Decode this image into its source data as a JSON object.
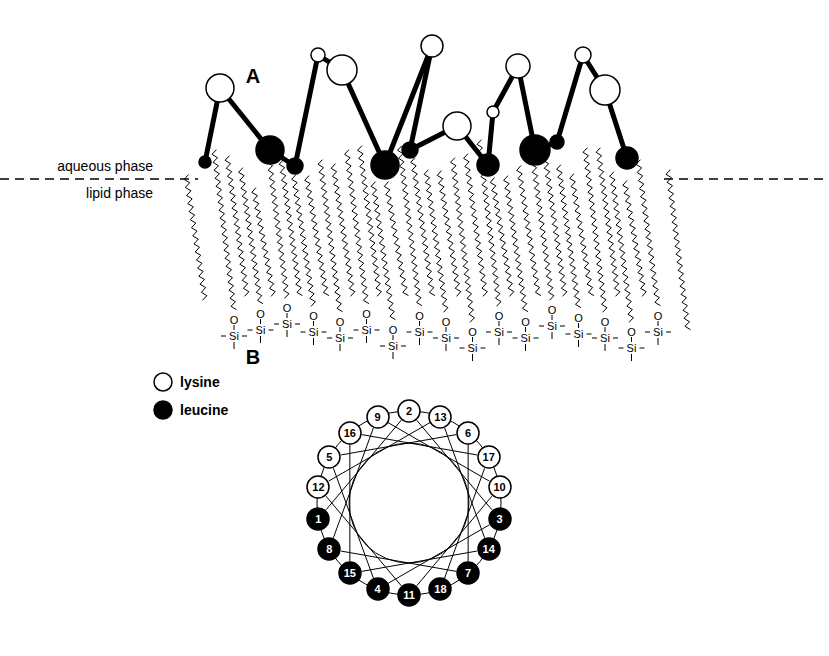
{
  "diagram": {
    "nodes": [
      {
        "text": [
          "1"
        ]
      },
      {
        "text": [
          "2"
        ]
      },
      {
        "text": [
          "3"
        ]
      },
      {
        "text": [
          "4"
        ]
      },
      {
        "text": [
          "5"
        ]
      },
      {
        "text": [
          "6"
        ]
      },
      {
        "text": [
          "7"
        ]
      },
      {
        "text": [
          "8"
        ]
      },
      {
        "text": [
          "9"
        ]
      },
      {
        "text": [
          "10"
        ]
      },
      {
        "text": [
          "11"
        ]
      },
      {
        "text": [
          "12"
        ]
      },
      {
        "text": [
          "13"
        ]
      },
      {
        "text": [
          "14"
        ]
      },
      {
        "text": [
          "15"
        ]
      },
      {
        "text": [
          "16"
        ]
      },
      {
        "text": [
          "17"
        ]
      },
      {
        "text": [
          "18"
        ]
      }
    ],
    "edges": [
      {
        "from": 0,
        "to": 1,
        "arrow": "none"
      },
      {
        "from": 1,
        "to": 2,
        "arrow": "none"
      },
      {
        "from": 2,
        "to": 3,
        "arrow": "none"
      },
      {
        "from": 3,
        "to": 4,
        "arrow": "none"
      },
      {
        "from": 4,
        "to": 5,
        "arrow": "none"
      },
      {
        "from": 5,
        "to": 6,
        "arrow": "none"
      },
      {
        "from": 6,
        "to": 7,
        "arrow": "none"
      },
      {
        "from": 7,
        "to": 8,
        "arrow": "none"
      },
      {
        "from": 8,
        "to": 9,
        "arrow": "none"
      },
      {
        "from": 9,
        "to": 10,
        "arrow": "none"
      },
      {
        "from": 10,
        "to": 11,
        "arrow": "none"
      },
      {
        "from": 11,
        "to": 12,
        "arrow": "none"
      },
      {
        "from": 12,
        "to": 13,
        "arrow": "none"
      },
      {
        "from": 13,
        "to": 14,
        "arrow": "none"
      },
      {
        "from": 14,
        "to": 15,
        "arrow": "none"
      },
      {
        "from": 15,
        "to": 16,
        "arrow": "none"
      },
      {
        "from": 16,
        "to": 17,
        "arrow": "none"
      }
    ],
    "labels": [
      "A",
      "aqueous phase",
      "lipid phase",
      "O",
      "Si",
      "O",
      "Si",
      "O",
      "Si",
      "O",
      "Si",
      "O",
      "Si",
      "O",
      "Si",
      "O",
      "Si",
      "O",
      "Si",
      "O",
      "Si",
      "O",
      "Si",
      "O",
      "Si",
      "O",
      "Si",
      "O",
      "Si",
      "O",
      "Si",
      "O",
      "Si",
      "O",
      "Si",
      "O",
      "Si",
      "B"
    ],
    "legend": [
      {
        "text": "lysine",
        "color": "#ffffff"
      },
      {
        "text": "leucine",
        "color": "#000000"
      }
    ]
  }
}
